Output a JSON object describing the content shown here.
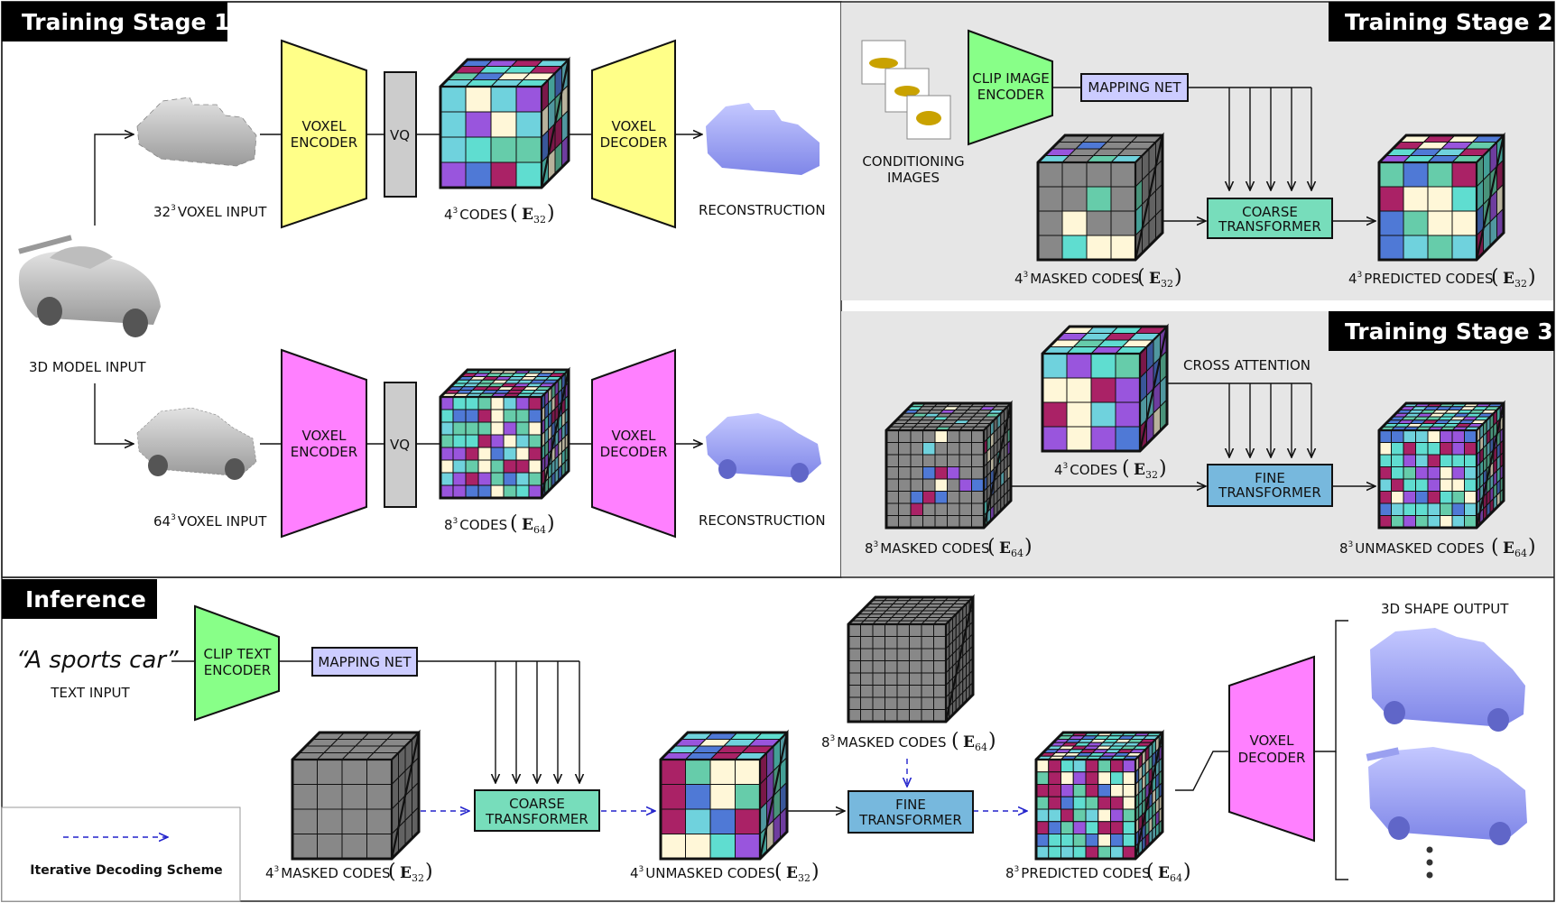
{
  "stage1": {
    "title": "Training Stage 1",
    "input_3d": "3D MODEL INPUT",
    "top": {
      "input": "VOXEL INPUT",
      "input_sup": "3",
      "input_num": "32",
      "encoder": [
        "VOXEL",
        "ENCODER"
      ],
      "vq": "VQ",
      "codes": "CODES",
      "codes_num": "4",
      "codes_sup": "3",
      "codes_sub": "32",
      "decoder": [
        "VOXEL",
        "DECODER"
      ],
      "output": "RECONSTRUCTION"
    },
    "bottom": {
      "input": "VOXEL INPUT",
      "input_sup": "3",
      "input_num": "64",
      "encoder": [
        "VOXEL",
        "ENCODER"
      ],
      "vq": "VQ",
      "codes": "CODES",
      "codes_num": "8",
      "codes_sup": "3",
      "codes_sub": "64",
      "decoder": [
        "VOXEL",
        "DECODER"
      ],
      "output": "RECONSTRUCTION"
    }
  },
  "stage2": {
    "title": "Training Stage 2",
    "conditioning": [
      "CONDITIONING",
      "IMAGES"
    ],
    "clip": [
      "CLIP IMAGE",
      "ENCODER"
    ],
    "mapping": "MAPPING NET",
    "masked": "MASKED CODES",
    "masked_num": "4",
    "masked_sup": "3",
    "masked_sub": "32",
    "transformer": [
      "COARSE",
      "TRANSFORMER"
    ],
    "predicted": "PREDICTED CODES",
    "predicted_num": "4",
    "predicted_sup": "3",
    "predicted_sub": "32"
  },
  "stage3": {
    "title": "Training Stage 3",
    "codes": "CODES",
    "codes_num": "4",
    "codes_sup": "3",
    "codes_sub": "32",
    "cross": "CROSS ATTENTION",
    "masked": "MASKED CODES",
    "masked_num": "8",
    "masked_sup": "3",
    "masked_sub": "64",
    "transformer": [
      "FINE",
      "TRANSFORMER"
    ],
    "unmasked": "UNMASKED CODES",
    "unmasked_num": "8",
    "unmasked_sup": "3",
    "unmasked_sub": "64"
  },
  "inference": {
    "title": "Inference",
    "quote": "“A sports car”",
    "text_input": "TEXT INPUT",
    "clip": [
      "CLIP TEXT",
      "ENCODER"
    ],
    "mapping": "MAPPING NET",
    "masked4": "MASKED CODES",
    "masked4_num": "4",
    "masked4_sup": "3",
    "masked4_sub": "32",
    "coarse": [
      "COARSE",
      "TRANSFORMER"
    ],
    "unmasked4": "UNMASKED CODES",
    "unmasked4_num": "4",
    "unmasked4_sup": "3",
    "unmasked4_sub": "32",
    "masked8": "MASKED CODES",
    "masked8_num": "8",
    "masked8_sup": "3",
    "masked8_sub": "64",
    "fine": [
      "FINE",
      "TRANSFORMER"
    ],
    "predicted8": "PREDICTED CODES",
    "predicted8_num": "8",
    "predicted8_sup": "3",
    "predicted8_sub": "64",
    "decoder": [
      "VOXEL",
      "DECODER"
    ],
    "output": "3D SHAPE OUTPUT",
    "legend": "Iterative Decoding Scheme"
  },
  "math_symbol": "E",
  "colors": {
    "yellow": "#ffff88",
    "pink": "#ff80ff",
    "gray": "#cccccc",
    "green": "#88ff88",
    "lavender": "#ccccff",
    "teal": "#77ddbb",
    "blue": "#77b8dd",
    "panel": "#e6e6e6",
    "code_palette": [
      "#4f79d6",
      "#5fddd0",
      "#9955dd",
      "#aa2266",
      "#fff7d8",
      "#66ccaa",
      "#6fd2dd",
      "#888888"
    ]
  }
}
